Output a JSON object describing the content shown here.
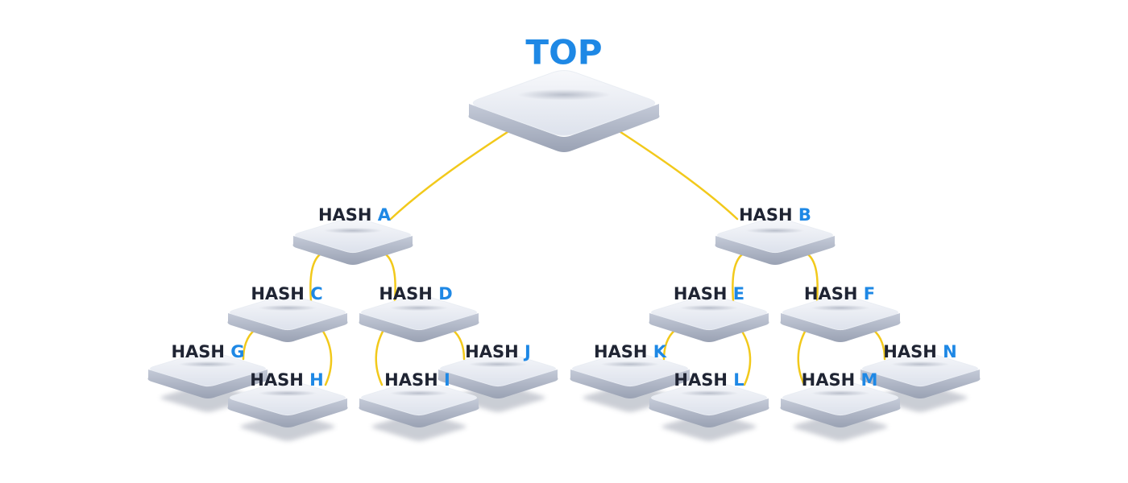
{
  "diagram": {
    "root": {
      "label": "TOP",
      "color": "#1e88e5"
    },
    "hash_word": "HASH",
    "word_color": "#1f2433",
    "letter_color": "#1e88e5",
    "connector_color": "#f2c91b",
    "nodes": [
      {
        "id": "a",
        "letter": "A"
      },
      {
        "id": "b",
        "letter": "B"
      },
      {
        "id": "c",
        "letter": "C"
      },
      {
        "id": "d",
        "letter": "D"
      },
      {
        "id": "e",
        "letter": "E"
      },
      {
        "id": "f",
        "letter": "F"
      },
      {
        "id": "g",
        "letter": "G"
      },
      {
        "id": "h",
        "letter": "H"
      },
      {
        "id": "i",
        "letter": "I"
      },
      {
        "id": "j",
        "letter": "J"
      },
      {
        "id": "k",
        "letter": "K"
      },
      {
        "id": "l",
        "letter": "L"
      },
      {
        "id": "m",
        "letter": "M"
      },
      {
        "id": "n",
        "letter": "N"
      }
    ]
  }
}
